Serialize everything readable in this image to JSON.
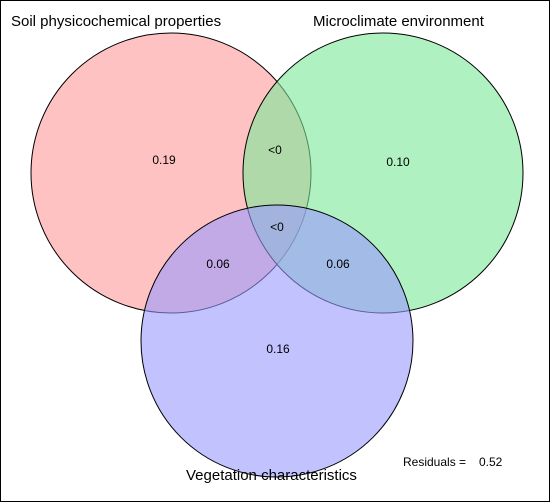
{
  "diagram": {
    "sets": [
      {
        "id": "soil",
        "label": "Soil physicochemical properties",
        "color": "#ff9999"
      },
      {
        "id": "micro",
        "label": "Microclimate environment",
        "color": "#7ce89a"
      },
      {
        "id": "veg",
        "label": "Vegetation characteristics",
        "color": "#9999ff"
      }
    ],
    "regions": {
      "soil_only": "0.19",
      "micro_only": "0.10",
      "veg_only": "0.16",
      "soil_micro": "<0",
      "soil_veg": "0.06",
      "micro_veg": "0.06",
      "all_three": "<0"
    },
    "residuals_label": "Residuals =",
    "residuals_value": "0.52"
  }
}
